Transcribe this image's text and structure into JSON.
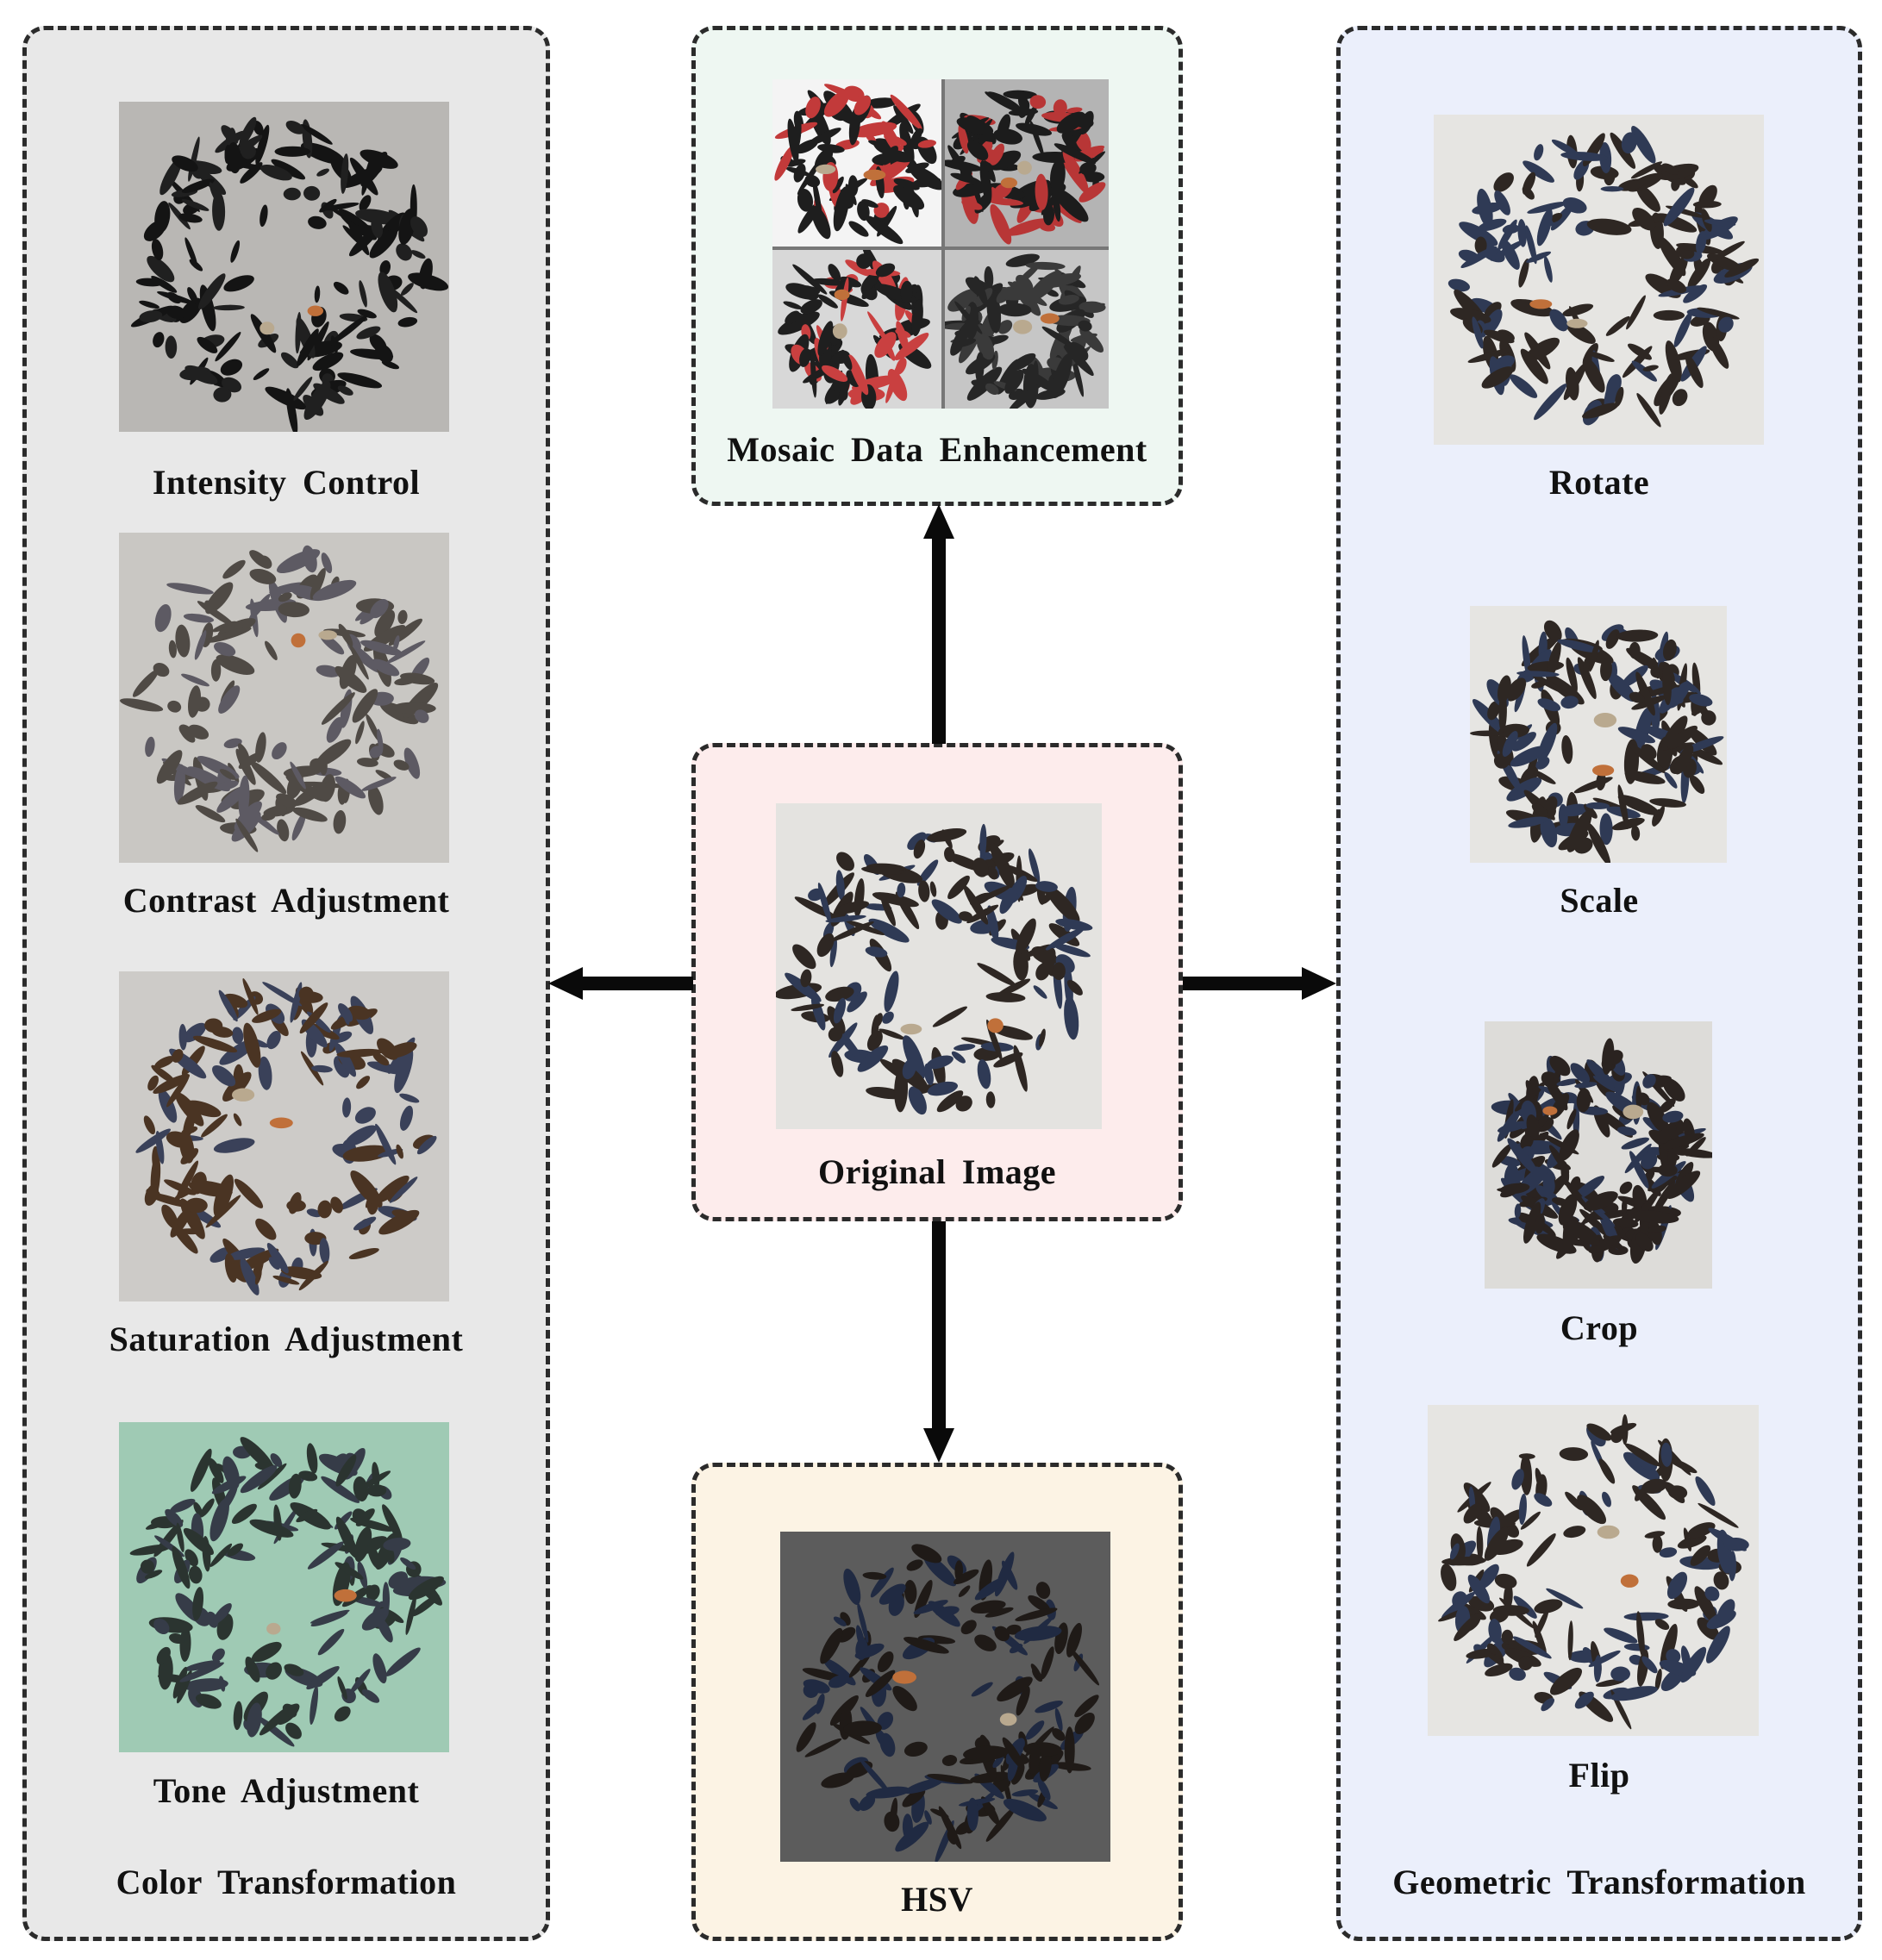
{
  "colors": {
    "color_panel": "#e8e8e8",
    "mosaic_panel": "#eef7f2",
    "original_panel": "#fdecec",
    "hsv_panel": "#fcf3e4",
    "geometric_panel": "#ebeffb",
    "stroke": "#2b2b2b"
  },
  "color_group": {
    "title": "Color  Transformation",
    "items": [
      {
        "label": "Intensity  Control"
      },
      {
        "label": "Contrast  Adjustment"
      },
      {
        "label": "Saturation  Adjustment"
      },
      {
        "label": "Tone  Adjustment"
      }
    ]
  },
  "center": {
    "mosaic_label": "Mosaic Data Enhancement",
    "original_label": "Original  Image",
    "hsv_label": "HSV"
  },
  "geometric_group": {
    "title": "Geometric  Transformation",
    "items": [
      {
        "label": "Rotate"
      },
      {
        "label": "Scale"
      },
      {
        "label": "Crop"
      },
      {
        "label": "Flip"
      }
    ]
  }
}
